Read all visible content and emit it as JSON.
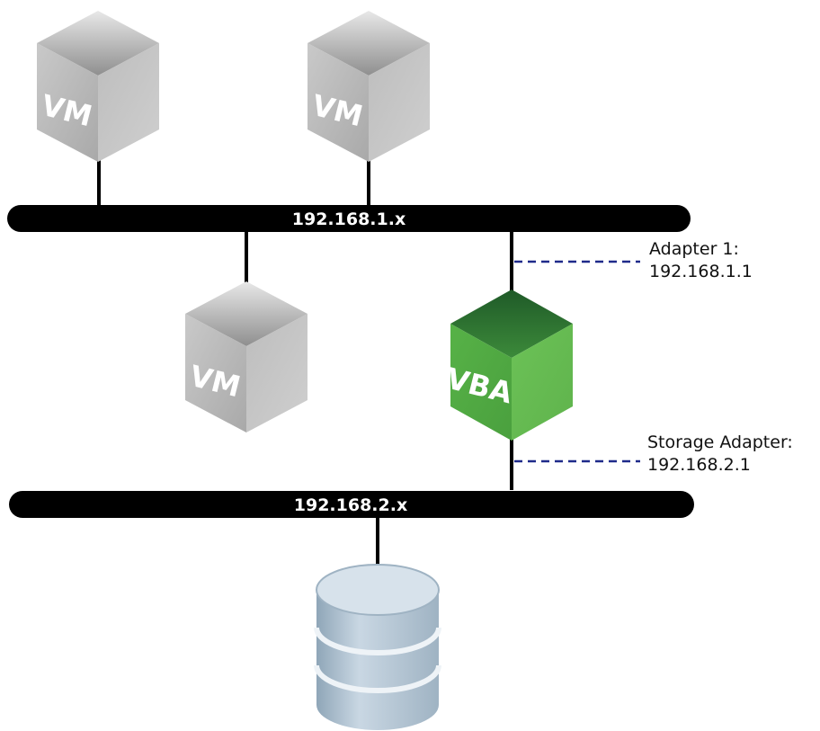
{
  "networks": {
    "primary": {
      "label": "192.168.1.x"
    },
    "storage": {
      "label": "192.168.2.x"
    }
  },
  "nodes": {
    "vm_top_left": {
      "label": "VM"
    },
    "vm_top_center": {
      "label": "VM"
    },
    "vm_middle": {
      "label": "VM"
    },
    "vba": {
      "label": "VBA"
    }
  },
  "callouts": {
    "adapter1": {
      "title": "Adapter 1:",
      "address": "192.168.1.1"
    },
    "storage_adapter": {
      "title": "Storage Adapter:",
      "address": "192.168.2.1"
    }
  },
  "icons": {
    "vm": "vm-cube-icon",
    "vba": "vba-cube-icon",
    "storage": "database-icon"
  },
  "colors": {
    "bus": "#000000",
    "vm_cube": "#b8b8b8",
    "vba_cube": "#5cb84a",
    "callout_line": "#1f2a8a",
    "database": "#b7c9d8"
  }
}
